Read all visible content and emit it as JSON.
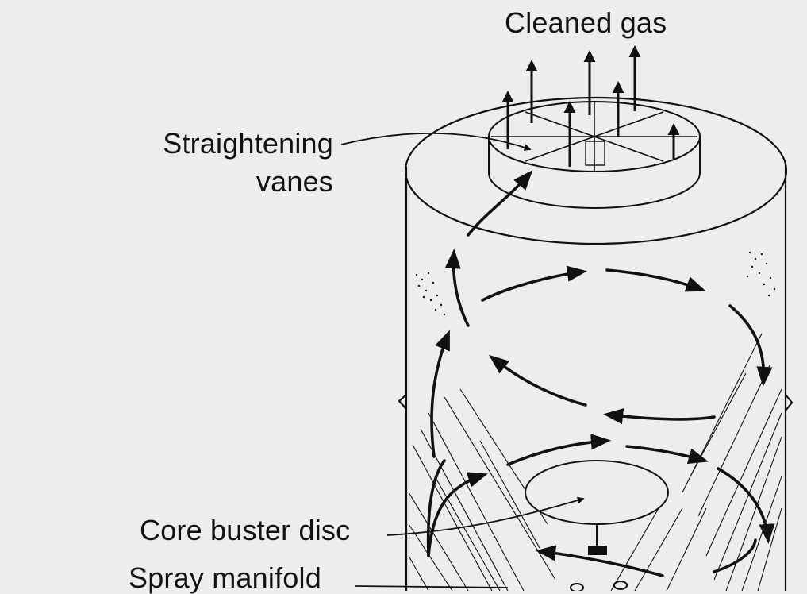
{
  "labels": {
    "cleaned_gas": "Cleaned gas",
    "straightening_vanes_line1": "Straightening",
    "straightening_vanes_line2": "vanes",
    "core_buster_disc": "Core buster disc",
    "spray_manifold": "Spray manifold"
  },
  "colors": {
    "background": "#ededed",
    "ink": "#111111"
  }
}
